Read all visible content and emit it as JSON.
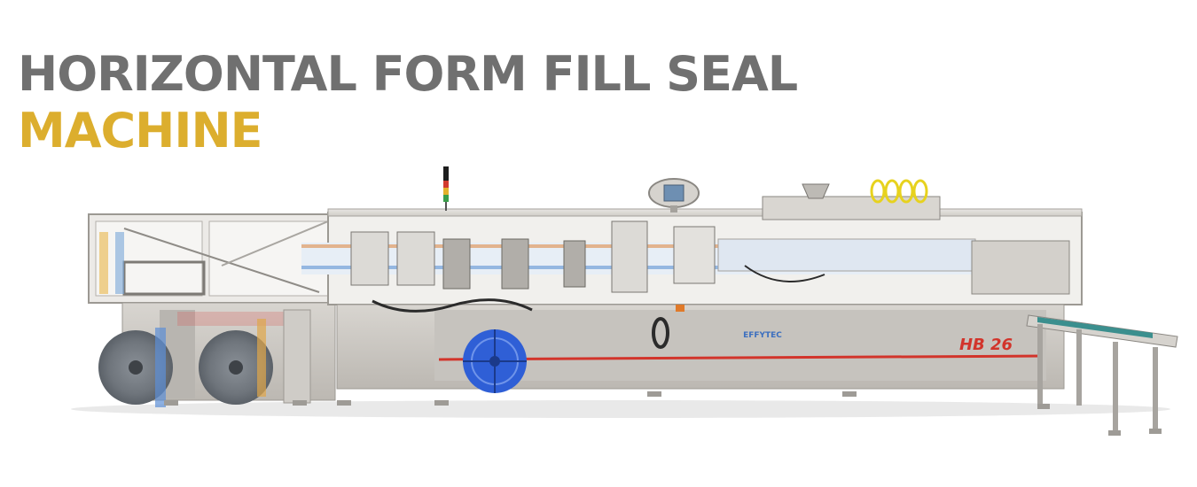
{
  "headline": {
    "line1": "HORIZONTAL FORM FILL SEAL",
    "line2": "MACHINE",
    "line1_color": "#707070",
    "line2_color": "#dcae2e"
  },
  "machine": {
    "brand_label": "EFFYTEC",
    "model_label": "HB 26",
    "body_color": "#c9c6c1",
    "stripe_color": "#d2342b",
    "reel_color": "#2f5fd6"
  }
}
